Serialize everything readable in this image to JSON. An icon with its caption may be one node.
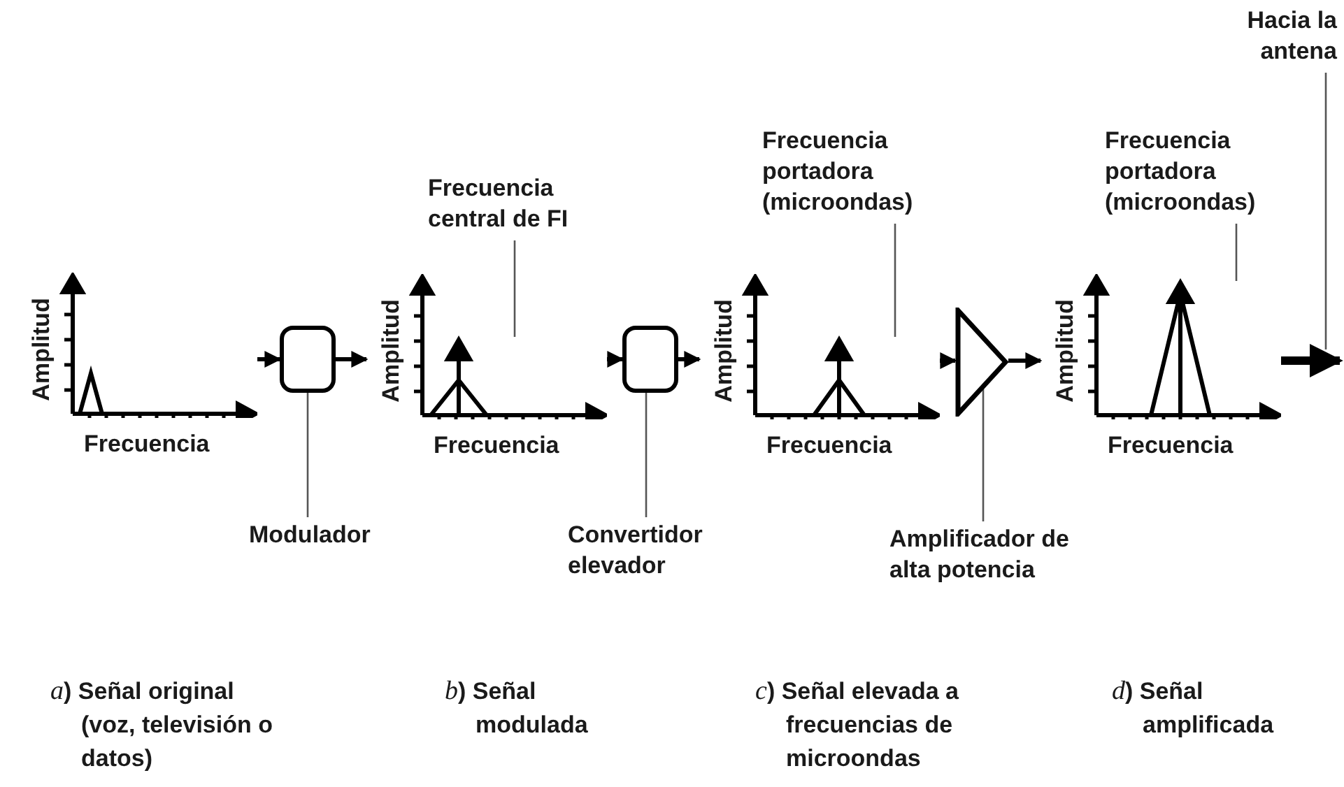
{
  "diagram": {
    "nodes": [
      {
        "text": [
          "Amplitud",
          "Frecuencia"
        ]
      },
      {
        "text": [],
        "shape": "box"
      },
      {
        "text": [
          "Modulador"
        ]
      },
      {
        "text": [
          "Frecuencia central de FI"
        ]
      },
      {
        "text": [
          "Amplitud",
          "Frecuencia"
        ]
      },
      {
        "text": [],
        "shape": "box"
      },
      {
        "text": [
          "Convertidor elevador"
        ]
      },
      {
        "text": [
          "Frecuencia portadora (microondas)"
        ]
      },
      {
        "text": [
          "Amplitud",
          "Frecuencia"
        ]
      },
      {
        "text": [],
        "shape": "triangle"
      },
      {
        "text": [
          "Amplificador de alta potencia"
        ]
      },
      {
        "text": [
          "Frecuencia portadora (microondas)"
        ]
      },
      {
        "text": [
          "Amplitud",
          "Frecuencia"
        ]
      },
      {
        "text": [
          "Hacia la antena"
        ]
      }
    ],
    "edges": [
      {
        "from": 0,
        "to": 1,
        "arrow": "to",
        "style": "thick"
      },
      {
        "from": 1,
        "to": 4,
        "arrow": "to",
        "style": "thick"
      },
      {
        "from": 4,
        "to": 5,
        "arrow": "to",
        "style": "thick"
      },
      {
        "from": 5,
        "to": 8,
        "arrow": "to",
        "style": "thick"
      },
      {
        "from": 8,
        "to": 9,
        "arrow": "to",
        "style": "thick"
      },
      {
        "from": 9,
        "to": 12,
        "arrow": "to",
        "style": "thick"
      },
      {
        "from": 12,
        "to": null,
        "arrow": "to",
        "style": "thick"
      },
      {
        "from": 2,
        "to": 1,
        "arrow": "none"
      },
      {
        "from": 3,
        "to": 4,
        "arrow": "none"
      },
      {
        "from": 6,
        "to": 5,
        "arrow": "none"
      },
      {
        "from": 7,
        "to": 8,
        "arrow": "none"
      },
      {
        "from": 10,
        "to": 9,
        "arrow": "none"
      },
      {
        "from": 11,
        "to": 12,
        "arrow": "none"
      },
      {
        "from": 13,
        "to": null,
        "arrow": "none"
      }
    ],
    "labels": [
      "*a*) Señal original (voz, televisión o datos)",
      "*b*) Señal modulada",
      "*c*) Señal elevada a frecuencias de microondas",
      "*d*) Señal amplificada"
    ]
  }
}
